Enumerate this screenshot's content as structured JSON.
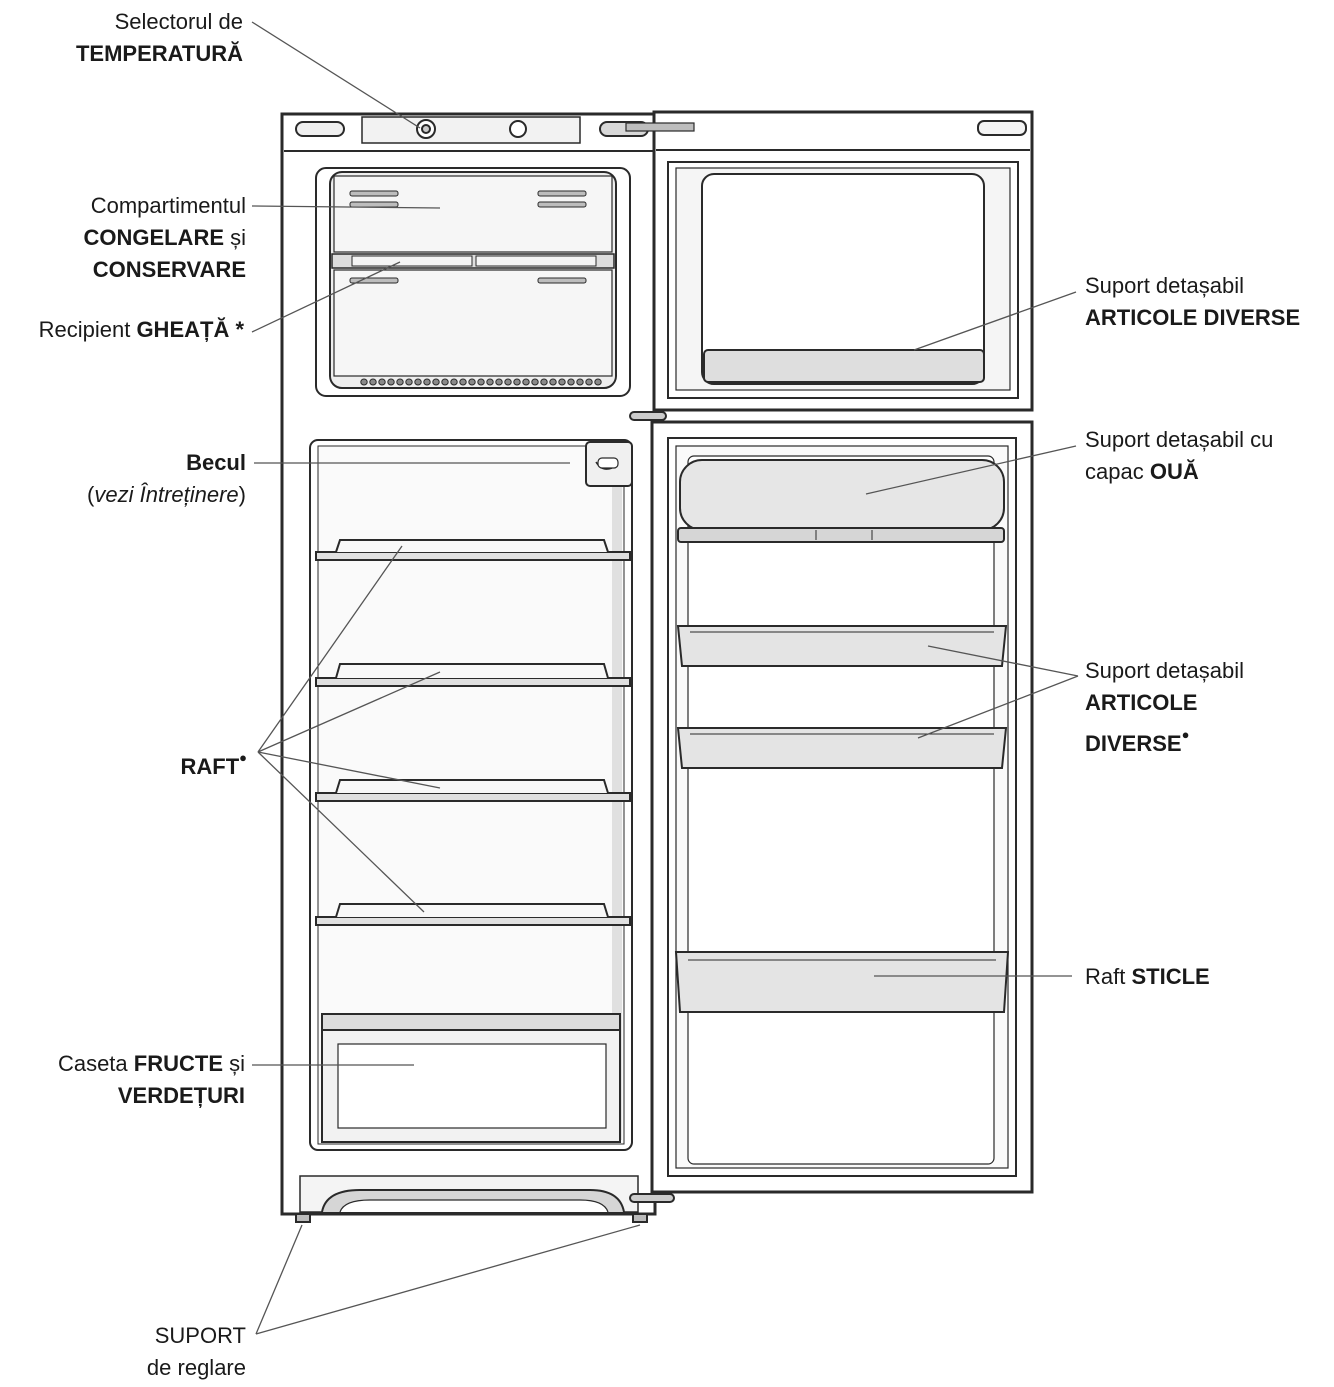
{
  "labels": {
    "temp": {
      "line1": "Selectorul de",
      "line2": "TEMPERATURĂ"
    },
    "freezer": {
      "line1": "Compartimentul",
      "line2_bold": "CONGELARE",
      "line2_rest": " și",
      "line3": "CONSERVARE"
    },
    "ice": {
      "prefix": "Recipient ",
      "bold": "GHEAȚĂ *"
    },
    "bulb": {
      "line1": "Becul",
      "line2_pre": "(",
      "line2_it": "vezi Întreținere",
      "line2_post": ")"
    },
    "shelf": {
      "text": "RAFT",
      "mark": "●"
    },
    "crisper": {
      "line1_pre": "Caseta ",
      "line1_bold": "FRUCTE",
      "line1_rest": " și",
      "line2": "VERDEȚURI"
    },
    "feet": {
      "line1": "SUPORT",
      "line2": "de reglare"
    },
    "upper_door_shelf": {
      "line1": "Suport detașabil",
      "line2": "ARTICOLE DIVERSE"
    },
    "egg": {
      "line1": "Suport detașabil cu",
      "line2_pre": "capac ",
      "line2_bold": "OUĂ"
    },
    "door_shelves": {
      "line1": "Suport detașabil",
      "line2": "ARTICOLE",
      "line3": "DIVERSE",
      "mark": "●"
    },
    "bottle": {
      "pre": "Raft ",
      "bold": "STICLE"
    }
  },
  "colors": {
    "stroke": "#2a2a2a",
    "fill_light": "#f4f4f4",
    "fill_mid": "#e2e2e2",
    "fill_dark": "#cfcfcf",
    "leader": "#555555"
  }
}
